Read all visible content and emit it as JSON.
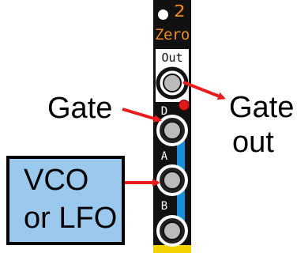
{
  "module": {
    "brand_number": "2",
    "brand_name": "Zero",
    "output_label": "Out",
    "jacks": [
      "D",
      "A",
      "B"
    ]
  },
  "annotations": {
    "gate_in": "Gate",
    "gate_out_line1": "Gate",
    "gate_out_line2": "out",
    "source_line1": "VCO",
    "source_line2": "or LFO"
  },
  "colors": {
    "panel": "#111111",
    "brand": "#f08c1e",
    "arrow": "#e81c1c",
    "source_box": "#9bc9ed",
    "cable": "#1a8fdb",
    "gold_strip": "#f2d200"
  }
}
